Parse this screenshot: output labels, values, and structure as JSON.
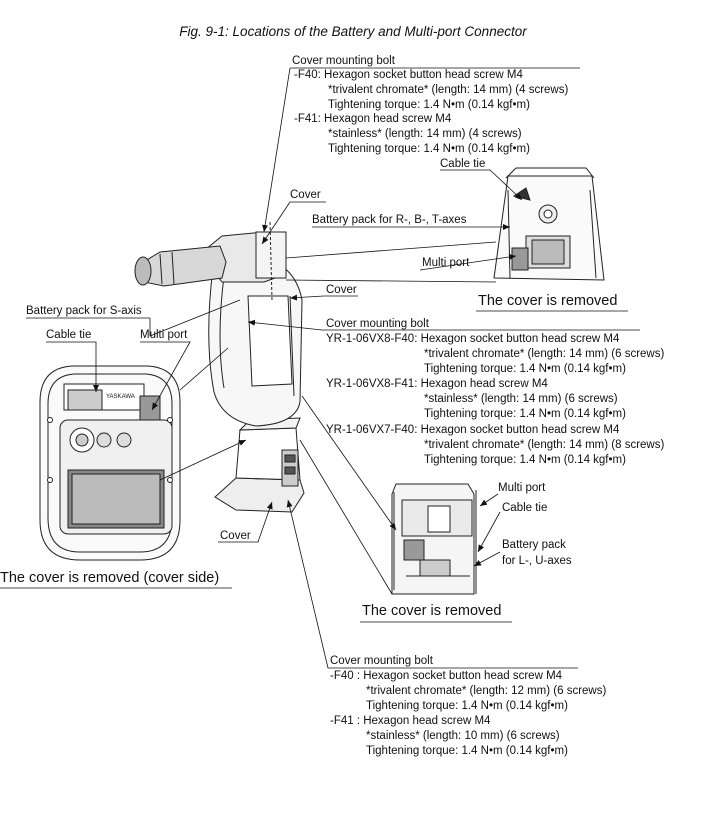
{
  "title": "Fig. 9-1: Locations of the Battery and Multi-port Connector",
  "top_note": {
    "heading": "Cover mounting bolt",
    "lines": [
      "-F40: Hexagon socket button head screw M4",
      "*trivalent chromate* (length: 14 mm) (4 screws)",
      "Tightening torque: 1.4 N•m (0.14 kgf•m)",
      "-F41: Hexagon head screw M4",
      "*stainless* (length: 14 mm) (4 screws)",
      "Tightening torque: 1.4 N•m (0.14 kgf•m)"
    ]
  },
  "labels": {
    "cable_tie_top": "Cable tie",
    "cover_top": "Cover",
    "battery_rbt": "Battery pack for R-, B-, T-axes",
    "multi_port_top": "Multi port",
    "cover_removed_top": "The cover is removed",
    "cover_mid": "Cover",
    "battery_s": "Battery pack for S-axis",
    "cable_tie_left": "Cable tie",
    "multi_port_left": "Multi port",
    "cover_removed_left": "The cover is removed (cover side)",
    "cover_bottom": "Cover",
    "multi_port_right": "Multi port",
    "cable_tie_right": "Cable tie",
    "battery_lu_1": "Battery pack",
    "battery_lu_2": "for L-, U-axes",
    "cover_removed_right": "The cover is removed",
    "brand_mark": "YASKAWA"
  },
  "mid_note": {
    "heading": "Cover mounting bolt",
    "lines": [
      "YR-1-06VX8-F40: Hexagon socket button head screw M4",
      "*trivalent chromate* (length: 14 mm) (6 screws)",
      "Tightening torque: 1.4 N•m (0.14 kgf•m)",
      "YR-1-06VX8-F41: Hexagon head screw M4",
      "*stainless* (length: 14 mm) (6 screws)",
      "Tightening torque: 1.4 N•m (0.14 kgf•m)",
      "YR-1-06VX7-F40: Hexagon socket button head screw M4",
      "*trivalent chromate* (length: 14 mm) (8 screws)",
      "Tightening torque: 1.4 N•m (0.14 kgf•m)"
    ]
  },
  "bottom_note": {
    "heading": "Cover mounting bolt",
    "lines": [
      "-F40 : Hexagon socket button head screw M4",
      "*trivalent chromate* (length: 12 mm) (6 screws)",
      "Tightening torque: 1.4 N•m (0.14 kgf•m)",
      "-F41 : Hexagon head screw M4",
      "*stainless* (length: 10 mm) (6 screws)",
      "Tightening torque: 1.4 N•m (0.14 kgf•m)"
    ]
  }
}
